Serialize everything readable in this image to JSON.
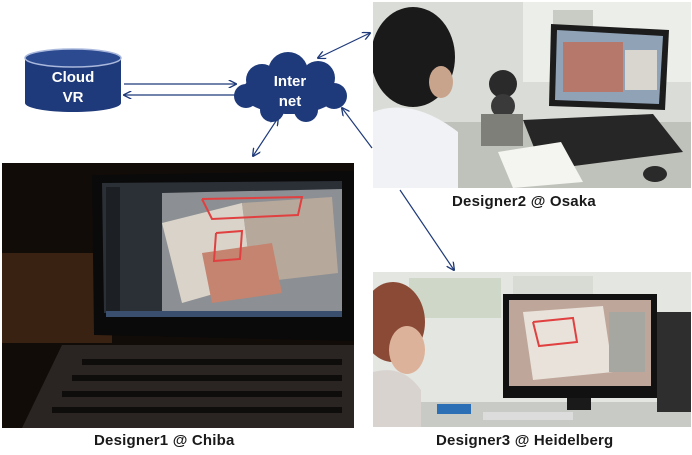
{
  "diagram": {
    "cloud_vr": {
      "line1": "Cloud",
      "line2": "VR",
      "color": "#1f3a7a"
    },
    "internet": {
      "line1": "Inter",
      "line2": "net",
      "color": "#1f3a7a"
    },
    "arrow_color": "#1f3a7a"
  },
  "photos": [
    {
      "id": "designer1",
      "caption": "Designer1 @ Chiba",
      "icon": "laptop-photo"
    },
    {
      "id": "designer2",
      "caption": "Designer2 @ Osaka",
      "icon": "laptop-camera-photo"
    },
    {
      "id": "designer3",
      "caption": "Designer3 @ Heidelberg",
      "icon": "monitor-photo"
    }
  ]
}
